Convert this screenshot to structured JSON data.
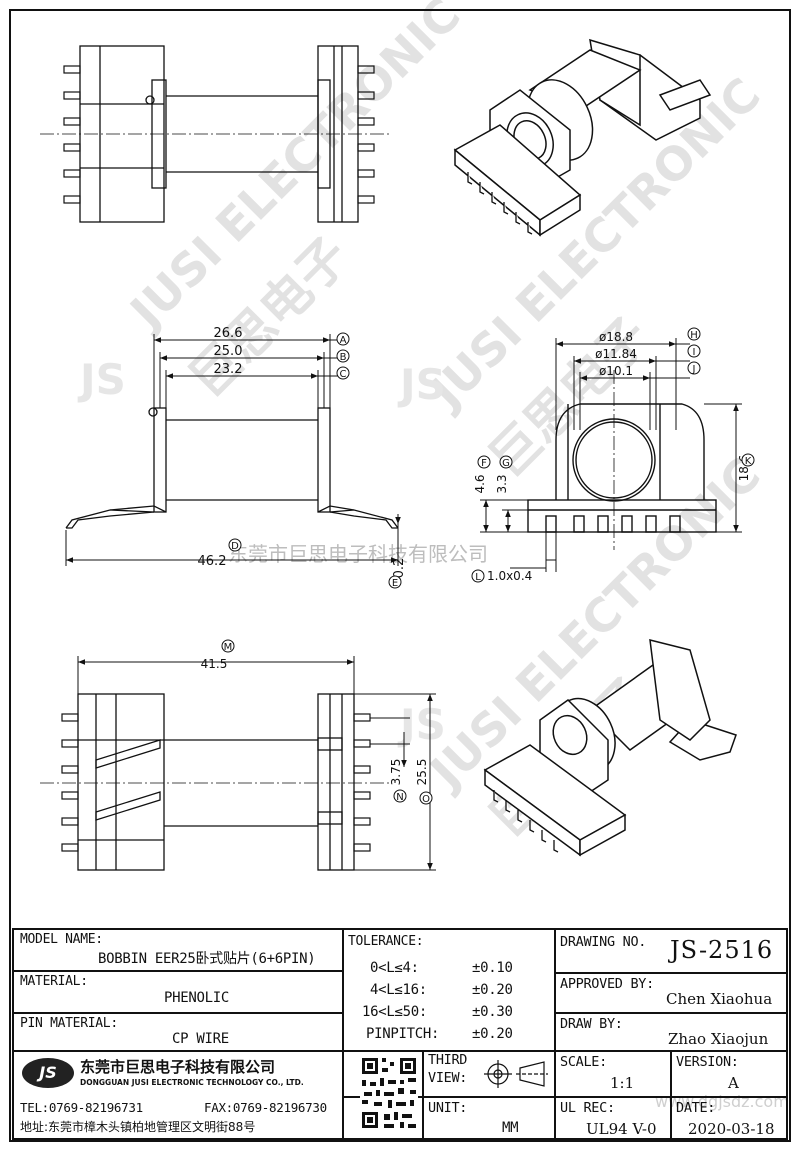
{
  "watermark": {
    "logo": "JS",
    "english": "JUSI ELECTRONIC",
    "chinese": "巨思电子",
    "company_line": "东莞市巨思电子科技有限公司",
    "site": "www.dgjsdz.com"
  },
  "dimensions": {
    "A": {
      "letter": "A",
      "value": "26.6"
    },
    "B": {
      "letter": "B",
      "value": "25.0"
    },
    "C": {
      "letter": "C",
      "value": "23.2"
    },
    "D": {
      "letter": "D",
      "value": "46.2"
    },
    "E": {
      "letter": "E",
      "value": "0.2"
    },
    "F": {
      "letter": "F",
      "value": "4.6"
    },
    "G": {
      "letter": "G",
      "value": "3.3"
    },
    "H": {
      "letter": "H",
      "value": "ø18.8"
    },
    "I": {
      "letter": "I",
      "value": "ø11.84"
    },
    "J": {
      "letter": "J",
      "value": "ø10.1"
    },
    "K": {
      "letter": "K",
      "value": "18.6"
    },
    "L": {
      "letter": "L",
      "value": "1.0x0.4"
    },
    "M": {
      "letter": "M",
      "value": "41.5"
    },
    "N": {
      "letter": "N",
      "value": "3.75"
    },
    "O": {
      "letter": "O",
      "value": "25.5"
    }
  },
  "title_block": {
    "model_name_label": "MODEL NAME:",
    "model_name_value": "BOBBIN EER25卧式贴片(6+6PIN)",
    "material_label": "MATERIAL:",
    "material_value": "PHENOLIC",
    "pin_material_label": "PIN MATERIAL:",
    "pin_material_value": "CP WIRE",
    "tolerance_label": "TOLERANCE:",
    "tolerances": [
      {
        "range": "0<L≤4:",
        "value": "±0.10"
      },
      {
        "range": "4<L≤16:",
        "value": "±0.20"
      },
      {
        "range": "16<L≤50:",
        "value": "±0.30"
      },
      {
        "range": "PINPITCH:",
        "value": "±0.20"
      }
    ],
    "third_view_label_1": "THIRD",
    "third_view_label_2": "VIEW:",
    "unit_label": "UNIT:",
    "unit_value": "MM",
    "drawing_no_label": "DRAWING NO.",
    "drawing_no_value": "JS-2516",
    "approved_by_label": "APPROVED BY:",
    "approved_by_value": "Chen Xiaohua",
    "draw_by_label": "DRAW BY:",
    "draw_by_value": "Zhao Xiaojun",
    "scale_label": "SCALE:",
    "scale_value": "1:1",
    "version_label": "VERSION:",
    "version_value": "A",
    "ul_rec_label": "UL REC:",
    "ul_rec_value": "UL94 V-0",
    "date_label": "DATE:",
    "date_value": "2020-03-18",
    "company_logo": "JS",
    "company_cn": "东莞市巨思电子科技有限公司",
    "company_en": "DONGGUAN JUSI ELECTRONIC TECHNOLOGY CO., LTD.",
    "tel": "TEL:0769-82196731",
    "fax": "FAX:0769-82196730",
    "address": "地址:东莞市樟木头镇柏地管理区文明街88号"
  }
}
